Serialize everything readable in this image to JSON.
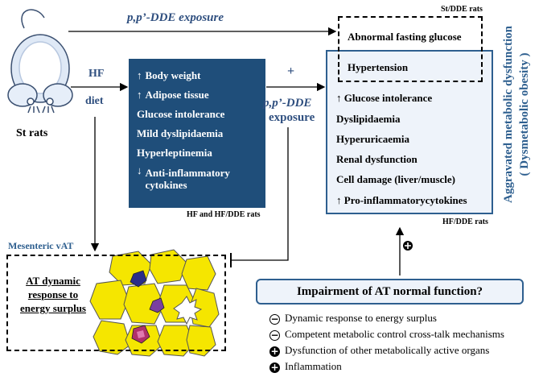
{
  "left": {
    "rat_label": "St rats",
    "hf_label": "HF",
    "diet_label": "diet",
    "vat_label": "Mesenteric vAT"
  },
  "top_arrow_label": "p,p’-DDE exposure",
  "hf_box": {
    "items": [
      {
        "text": "Body weight",
        "arrow": "up"
      },
      {
        "text": "Adipose tissue",
        "arrow": "up"
      },
      {
        "text": "Glucose intolerance",
        "arrow": ""
      },
      {
        "text": "Mild dyslipidaemia",
        "arrow": ""
      },
      {
        "text": "Hyperleptinemia",
        "arrow": ""
      },
      {
        "text": "Anti-inflammatory cytokines",
        "arrow": "down"
      }
    ],
    "caption": "HF and HF/DDE rats"
  },
  "middle": {
    "plus": "+",
    "exposure_line1": "p,p’-DDE",
    "exposure_line2": "exposure"
  },
  "dashed_box": {
    "caption": "St/DDE rats",
    "item1": "Abnormal fasting glucose",
    "item2": "Hypertension"
  },
  "right_box": {
    "items": [
      {
        "text": "Glucose intolerance",
        "arrow": "up"
      },
      {
        "text": "Dyslipidaemia",
        "arrow": ""
      },
      {
        "text": "Hyperuricaemia",
        "arrow": ""
      },
      {
        "text": "Renal dysfunction",
        "arrow": ""
      },
      {
        "text": "Cell damage (liver/muscle)",
        "arrow": ""
      },
      {
        "text": "Pro-inflammatorycytokines",
        "arrow": "up"
      }
    ],
    "caption": "HF/DDE rats"
  },
  "vertical_title": {
    "line1": "Aggravated metabolic dysfunction",
    "line2": "( Dysmetabolic obesity )"
  },
  "at_box": {
    "line1": "AT dynamic",
    "line2": "response to",
    "line3": "energy surplus"
  },
  "impairment": {
    "title": "Impairment of AT normal function?",
    "items": [
      {
        "sign": "minus",
        "text": "Dynamic response to energy surplus"
      },
      {
        "sign": "minus",
        "text": "Competent metabolic control cross-talk mechanisms"
      },
      {
        "sign": "plus",
        "text": "Dysfunction of other metabolically active organs"
      },
      {
        "sign": "plus",
        "text": "Inflammation"
      }
    ]
  },
  "colors": {
    "navy_box": "#1f4e7a",
    "frame_blue": "#2e5f8f",
    "light_fill": "#eef3fa",
    "label_blue": "#2f4f7f",
    "adipocyte_yellow": "#f5e600",
    "cell_purple": "#7b3fa0"
  }
}
